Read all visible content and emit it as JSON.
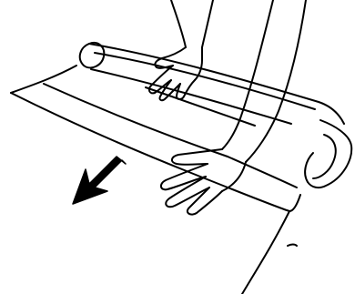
{
  "figure": {
    "colors": {
      "ink": "#000000",
      "paper": "#ffffff"
    },
    "elements": [
      "roll-core-icon",
      "unrolled-sheet",
      "left-hand",
      "right-hand",
      "direction-arrow-icon"
    ]
  }
}
